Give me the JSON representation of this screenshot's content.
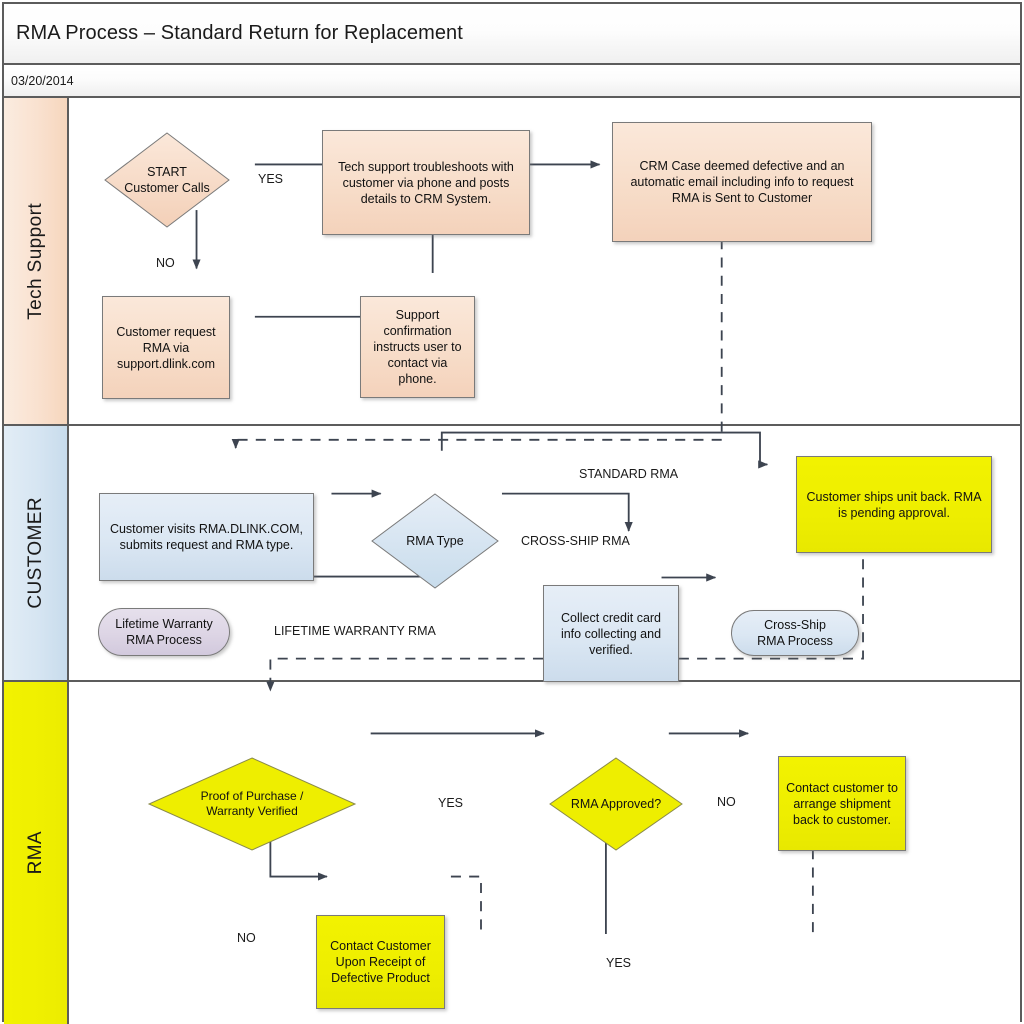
{
  "header": {
    "title": "RMA Process – Standard Return for Replacement",
    "date": "03/20/2014"
  },
  "lanes": [
    {
      "id": "tech-support",
      "label": "Tech Support",
      "color": "#f9e1cf"
    },
    {
      "id": "customer",
      "label": "CUSTOMER",
      "color": "#d6e5f2"
    },
    {
      "id": "rma",
      "label": "RMA",
      "color": "#efef00"
    }
  ],
  "nodes": {
    "start": {
      "text": "START\nCustomer Calls",
      "shape": "diamond",
      "lane": "tech-support",
      "color": "#f7ddc9"
    },
    "tech_troubleshoot": {
      "text": "Tech support troubleshoots with customer via phone and posts details to CRM System.",
      "shape": "box",
      "lane": "tech-support",
      "color": "#f7ddc9"
    },
    "crm_case": {
      "text": "CRM Case deemed defective and an automatic email including info to request RMA is  Sent to Customer",
      "shape": "box",
      "lane": "tech-support",
      "color": "#f7ddc9"
    },
    "customer_request": {
      "text": "Customer request RMA via support.dlink.com",
      "shape": "box",
      "lane": "tech-support",
      "color": "#f7ddc9"
    },
    "support_confirm": {
      "text": "Support confirmation instructs user to contact via phone.",
      "shape": "box",
      "lane": "tech-support",
      "color": "#f7ddc9"
    },
    "customer_visits": {
      "text": "Customer visits RMA.DLINK.COM, submits request and RMA type.",
      "shape": "box",
      "lane": "customer",
      "color": "#dbe7f3"
    },
    "rma_type": {
      "text": "RMA Type",
      "shape": "diamond",
      "lane": "customer",
      "color": "#dbe7f3"
    },
    "lifetime_warranty": {
      "text": "Lifetime Warranty\nRMA Process",
      "shape": "pill",
      "lane": "customer",
      "color": "#ddd5e5"
    },
    "collect_cc": {
      "text": "Collect credit card info collecting and verified.",
      "shape": "box",
      "lane": "customer",
      "color": "#dbe7f3"
    },
    "crossship_proc": {
      "text": "Cross-Ship\nRMA Process",
      "shape": "pill",
      "lane": "customer",
      "color": "#dbe7f3"
    },
    "ships_unit": {
      "text": "Customer ships unit back. RMA is pending approval.",
      "shape": "box",
      "lane": "customer",
      "color": "#eeee00"
    },
    "proof_purchase": {
      "text": "Proof of Purchase /\nWarranty Verified",
      "shape": "diamond",
      "lane": "rma",
      "color": "#eeee00"
    },
    "rma_approved": {
      "text": "RMA Approved?",
      "shape": "diamond",
      "lane": "rma",
      "color": "#eeee00"
    },
    "contact_arrange": {
      "text": "Contact customer to arrange shipment back to customer.",
      "shape": "box",
      "lane": "rma",
      "color": "#eeee00"
    },
    "contact_receipt": {
      "text": "Contact Customer Upon Receipt of Defective Product",
      "shape": "box",
      "lane": "rma",
      "color": "#eeee00"
    }
  },
  "edge_labels": {
    "yes_start": "YES",
    "no_start": "NO",
    "standard_rma": "STANDARD RMA",
    "crossship_rma": "CROSS-SHIP RMA",
    "lifetime_rma": "LIFETIME WARRANTY RMA",
    "yes_proof": "YES",
    "no_proof": "NO",
    "no_approved": "NO",
    "yes_approved": "YES"
  }
}
